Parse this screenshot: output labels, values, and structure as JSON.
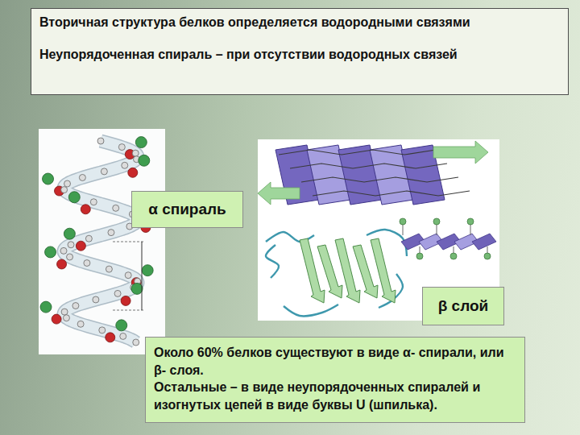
{
  "diagram": {
    "nodes": [
      {
        "text": [
          "Вторичная структура белков определяется водородными связями",
          "Неупорядоченная спираль – при отсутствии водородных связей"
        ]
      },
      {
        "text": [
          "α спираль"
        ]
      },
      {
        "text": [
          "β слой"
        ]
      },
      {
        "text": [
          "Около 60% белков существуют в виде α- спирали, или β- слоя.",
          "Остальные – в виде неупорядоченных спиралей и изогнутых цепей в виде буквы U (шпилька)."
        ]
      }
    ]
  }
}
